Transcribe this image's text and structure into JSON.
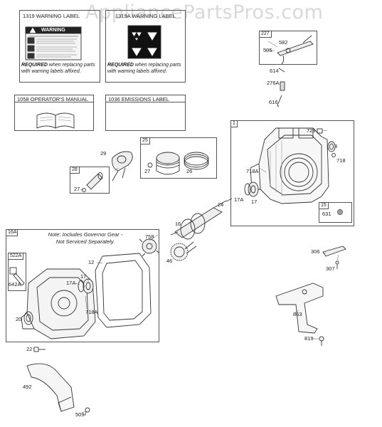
{
  "watermark": "AppliancePartsPros.com",
  "panels": {
    "warning_label": {
      "title": "1319 WARNING LABEL",
      "decal_heading": "WARNING",
      "required_bold": "REQUIRED",
      "required_rest": " when replacing parts with warning labels affixed."
    },
    "warning_label_b": {
      "title": "1319A WARNING LABEL",
      "required_bold": "REQUIRED",
      "required_rest": " when replacing parts with warning labels affixed."
    },
    "operators_manual": {
      "title": "1058 OPERATOR'S MANUAL"
    },
    "emissions_label": {
      "title": "1036 EMISSIONS LABEL"
    }
  },
  "group_tags": {
    "g227": "227",
    "g1": "1",
    "g25": "25",
    "g28": "28",
    "g15": "15",
    "g16A": "16A",
    "g522A": "522A"
  },
  "note": {
    "line1": "Note: Includes Governor Gear -",
    "line2": "Not Serviced Separately."
  },
  "part_numbers": [
    "582",
    "505",
    "614",
    "276A",
    "616",
    "729",
    "3",
    "718",
    "718A",
    "17A",
    "17",
    "631",
    "24",
    "29",
    "27",
    "26",
    "27",
    "16",
    "758",
    "46",
    "12",
    "17A",
    "17",
    "718A",
    "642A",
    "20",
    "306",
    "307",
    "863",
    "819",
    "22",
    "492",
    "509"
  ]
}
